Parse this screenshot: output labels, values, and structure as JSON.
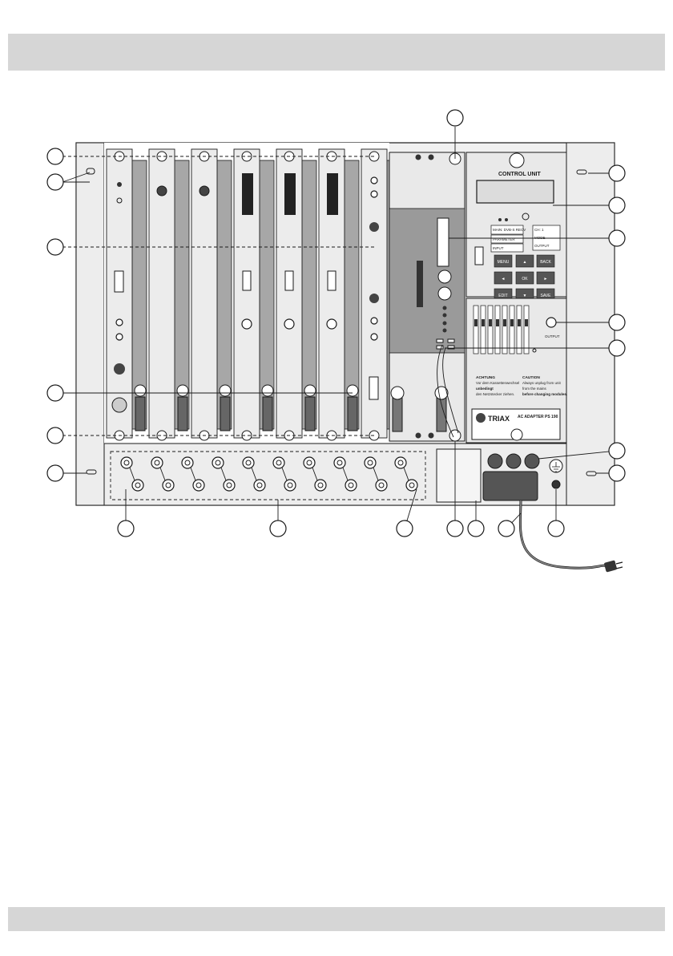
{
  "control_unit": {
    "title": "CONTROL UNIT",
    "labels": [
      "MAIN: DVB-S RECV",
      "PARAMETER",
      "INPUT",
      "CH: 1",
      "MODE",
      "OUTPUT"
    ],
    "buttons": [
      "MENU",
      "▲",
      "BACK",
      "◄",
      "OK",
      "►",
      "EDIT",
      "▼",
      "SAVE"
    ]
  },
  "adapter": {
    "brand": "TRIAX",
    "model": "AC ADAPTER PS 190",
    "warning_de_title": "ACHTUNG",
    "warning_de_lines": [
      "Vor dem Kassettenwechsel",
      "unbedingt",
      "den Netzstecker ziehen."
    ],
    "warning_en_title": "CAUTION",
    "warning_en_lines": [
      "Always unplug from unit",
      "from the mains",
      "before changing modules."
    ]
  },
  "output_label": "OUTPUT",
  "colors": {
    "panel": "#e9e9e9",
    "frame": "#f0f0f0",
    "band": "#d6d6d6",
    "dark": "#9a9a9a"
  }
}
